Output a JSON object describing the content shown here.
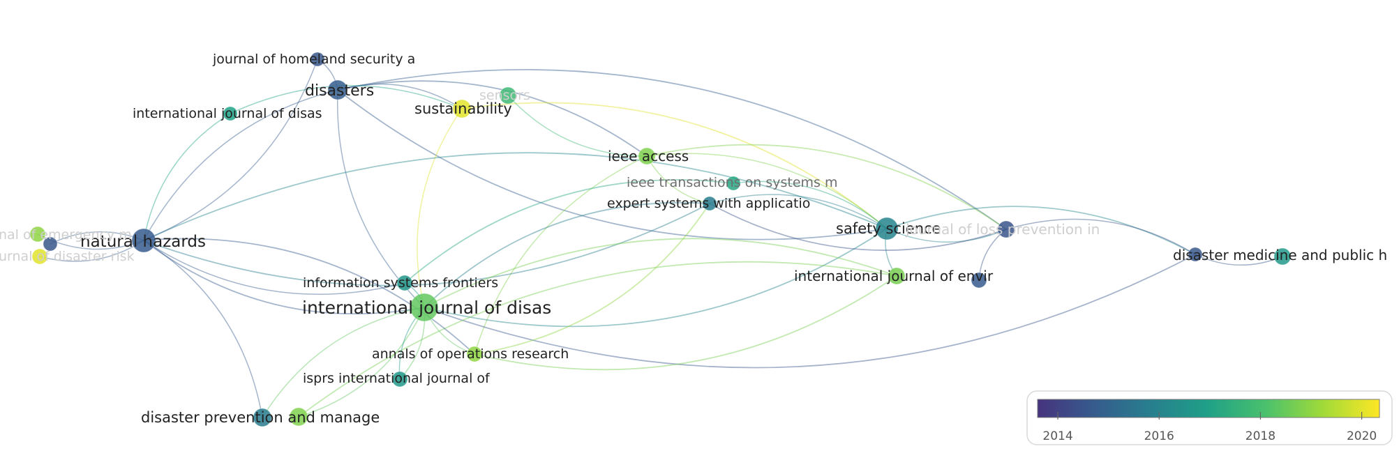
{
  "map": {
    "nodes": [
      {
        "id": "jhs",
        "label": "journal of homeland security a",
        "year": 2014.6
      },
      {
        "id": "disasters",
        "label": "disasters",
        "year": 2014.8
      },
      {
        "id": "ijdrm_top",
        "label": "international journal of disas",
        "year": 2017.0
      },
      {
        "id": "sustainability",
        "label": "sustainability",
        "year": 2020.0
      },
      {
        "id": "sensors",
        "label": "sensors",
        "year": 2017.8
      },
      {
        "id": "ieee_access",
        "label": "ieee access",
        "year": 2018.8
      },
      {
        "id": "ieee_tsmc",
        "label": "ieee transactions on systems m",
        "year": 2017.2
      },
      {
        "id": "eswa",
        "label": "expert systems with applicatio",
        "year": 2015.8
      },
      {
        "id": "safety_science",
        "label": "safety science",
        "year": 2016.0
      },
      {
        "id": "jlpp",
        "label": "journal of loss prevention in",
        "year": 2014.5
      },
      {
        "id": "dmph",
        "label": "disaster medicine and public h",
        "year": 2014.6
      },
      {
        "id": "dmph_teal",
        "label": "",
        "year": 2016.7
      },
      {
        "id": "ijerph",
        "label": "international journal of envir",
        "year": 2018.7
      },
      {
        "id": "ijerph_purple",
        "label": "",
        "year": 2014.7
      },
      {
        "id": "natural_hazards",
        "label": "natural hazards",
        "year": 2014.7
      },
      {
        "id": "left_green",
        "label": "nal of emergency m",
        "year": 2019.0
      },
      {
        "id": "left_purple",
        "label": "",
        "year": 2014.6
      },
      {
        "id": "left_yellow",
        "label": "urnal of disaster risk",
        "year": 2020.0
      },
      {
        "id": "isf",
        "label": "information systems frontiers",
        "year": 2016.6
      },
      {
        "id": "ijdrr",
        "label": "international journal of disas",
        "year": 2018.4
      },
      {
        "id": "aor",
        "label": "annals of operations research",
        "year": 2019.0
      },
      {
        "id": "isprs",
        "label": "isprs international journal of",
        "year": 2016.7
      },
      {
        "id": "dpm",
        "label": "disaster prevention and manage",
        "year": 2015.8
      },
      {
        "id": "dpm_green",
        "label": "",
        "year": 2018.8
      }
    ],
    "edges": [
      [
        "jhs",
        "disasters"
      ],
      [
        "disasters",
        "natural_hazards"
      ],
      [
        "disasters",
        "sustainability"
      ],
      [
        "disasters",
        "ijdrr"
      ],
      [
        "disasters",
        "jlpp"
      ],
      [
        "disasters",
        "safety_science"
      ],
      [
        "disasters",
        "ieee_access"
      ],
      [
        "ijdrm_top",
        "natural_hazards"
      ],
      [
        "ijdrm_top",
        "sustainability"
      ],
      [
        "sustainability",
        "ijdrr"
      ],
      [
        "sustainability",
        "safety_science"
      ],
      [
        "sensors",
        "ieee_access"
      ],
      [
        "ieee_access",
        "safety_science"
      ],
      [
        "ieee_access",
        "eswa"
      ],
      [
        "ieee_access",
        "jlpp"
      ],
      [
        "ieee_access",
        "aor"
      ],
      [
        "ieee_tsmc",
        "safety_science"
      ],
      [
        "ieee_tsmc",
        "isf"
      ],
      [
        "eswa",
        "safety_science"
      ],
      [
        "eswa",
        "ijdrr"
      ],
      [
        "eswa",
        "natural_hazards"
      ],
      [
        "safety_science",
        "jlpp"
      ],
      [
        "safety_science",
        "dmph"
      ],
      [
        "safety_science",
        "natural_hazards"
      ],
      [
        "safety_science",
        "ijdrr"
      ],
      [
        "safety_science",
        "ijerph"
      ],
      [
        "jlpp",
        "dmph"
      ],
      [
        "jlpp",
        "ijerph_purple"
      ],
      [
        "jlpp",
        "eswa"
      ],
      [
        "dmph",
        "dmph_teal"
      ],
      [
        "dmph",
        "ijdrr"
      ],
      [
        "ijerph",
        "ijdrr"
      ],
      [
        "ijerph",
        "aor"
      ],
      [
        "ijerph",
        "dpm_green"
      ],
      [
        "natural_hazards",
        "left_green"
      ],
      [
        "natural_hazards",
        "left_purple"
      ],
      [
        "natural_hazards",
        "left_yellow"
      ],
      [
        "natural_hazards",
        "ijdrr"
      ],
      [
        "natural_hazards",
        "dpm"
      ],
      [
        "natural_hazards",
        "isf"
      ],
      [
        "natural_hazards",
        "aor"
      ],
      [
        "natural_hazards",
        "jhs"
      ],
      [
        "isf",
        "ijdrr"
      ],
      [
        "ijdrr",
        "aor"
      ],
      [
        "ijdrr",
        "isprs"
      ],
      [
        "ijdrr",
        "dpm"
      ],
      [
        "ijdrr",
        "dpm_green"
      ],
      [
        "aor",
        "eswa"
      ],
      [
        "isprs",
        "ijdrr"
      ]
    ]
  },
  "legend": {
    "ticks": [
      "2014",
      "2016",
      "2018",
      "2020"
    ],
    "range": [
      2013.6,
      2020.35
    ],
    "colors": [
      "#46337e",
      "#365c8d",
      "#277f8e",
      "#1fa187",
      "#4ac16d",
      "#a0da39",
      "#fde725"
    ]
  }
}
